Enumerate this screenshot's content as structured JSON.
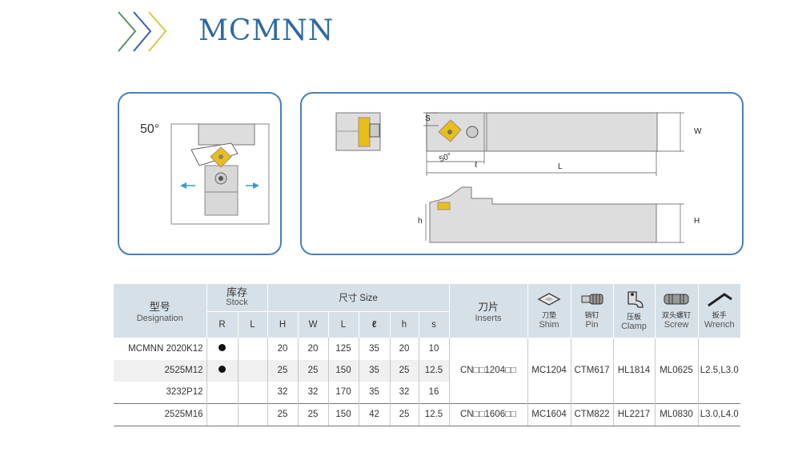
{
  "title": "MCMNN",
  "logo_colors": [
    "#5a8f6a",
    "#3d5fb0",
    "#d8c840"
  ],
  "diagram_left": {
    "angle_label": "50°"
  },
  "diagram_right": {
    "s_label": "S",
    "w_label": "W",
    "angle_label": "50°",
    "l_small_label": "ℓ",
    "l_label": "L",
    "h_label": "h",
    "H_label": "H"
  },
  "table": {
    "header": {
      "designation_cn": "型号",
      "designation_en": "Designation",
      "stock_cn": "库存",
      "stock_en": "Stock",
      "stock_cols": [
        "R",
        "L"
      ],
      "size_label": "尺寸 Size",
      "size_cols": [
        "H",
        "W",
        "L",
        "ℓ",
        "h",
        "s"
      ],
      "inserts_cn": "刀片",
      "inserts_en": "Inserts",
      "parts": [
        {
          "cn": "刀垫",
          "en": "Shim",
          "icon": "shim-icon"
        },
        {
          "cn": "销钉",
          "en": "Pin",
          "icon": "pin-icon"
        },
        {
          "cn": "压板",
          "en": "Clamp",
          "icon": "clamp-icon"
        },
        {
          "cn": "双头螺钉",
          "en": "Screw",
          "icon": "screw-icon"
        },
        {
          "cn": "扳手",
          "en": "Wrench",
          "icon": "wrench-icon"
        }
      ]
    },
    "rows": [
      {
        "prefix": "MCMNN",
        "code": "2020K12",
        "R": "●",
        "L": "",
        "H": "20",
        "W": "20",
        "Lval": "125",
        "l": "35",
        "h": "20",
        "s": "10"
      },
      {
        "prefix": "",
        "code": "2525M12",
        "R": "●",
        "L": "",
        "H": "25",
        "W": "25",
        "Lval": "150",
        "l": "35",
        "h": "25",
        "s": "12.5"
      },
      {
        "prefix": "",
        "code": "3232P12",
        "R": "",
        "L": "",
        "H": "32",
        "W": "32",
        "Lval": "170",
        "l": "35",
        "h": "32",
        "s": "16"
      },
      {
        "prefix": "",
        "code": "2525M16",
        "R": "",
        "L": "",
        "H": "25",
        "W": "25",
        "Lval": "150",
        "l": "42",
        "h": "25",
        "s": "12.5"
      }
    ],
    "groups": [
      {
        "insert": "CN□□1204□□",
        "shim": "MC1204",
        "pin": "CTM617",
        "clamp": "HL1814",
        "screw": "ML0625",
        "wrench": "L2.5,L3.0"
      },
      {
        "insert": "CN□□1606□□",
        "shim": "MC1604",
        "pin": "CTM822",
        "clamp": "HL2217",
        "screw": "ML0830",
        "wrench": "L3.0,L4.0"
      }
    ]
  }
}
